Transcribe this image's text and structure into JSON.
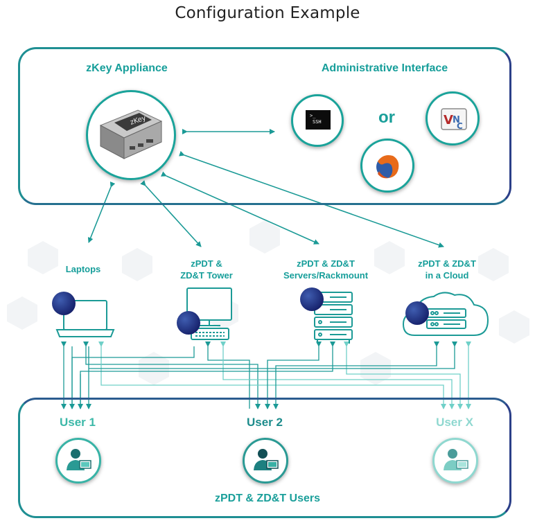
{
  "title": "Configuration Example",
  "appliance": {
    "label": "zKey Appliance",
    "box_text": "zKey"
  },
  "admin": {
    "label": "Administrative Interface",
    "or": "or",
    "ssh_text": "SSH",
    "prompt": ">_"
  },
  "devices": [
    {
      "line1": "Laptops",
      "line2": ""
    },
    {
      "line1": "zPDT &",
      "line2": "ZD&T Tower"
    },
    {
      "line1": "zPDT & ZD&T",
      "line2": "Servers/Rackmount"
    },
    {
      "line1": "zPDT & ZD&T",
      "line2": "in a Cloud"
    }
  ],
  "users": [
    {
      "label": "User 1",
      "color": "#3cb8a8"
    },
    {
      "label": "User 2",
      "color": "#1d8c8c"
    },
    {
      "label": "User X",
      "color": "#8fd8d0"
    }
  ],
  "users_caption": "zPDT & ZD&T Users",
  "colors": {
    "teal": "#1a9f9a",
    "navy": "#2b3f88",
    "line": "#1b9a96"
  }
}
